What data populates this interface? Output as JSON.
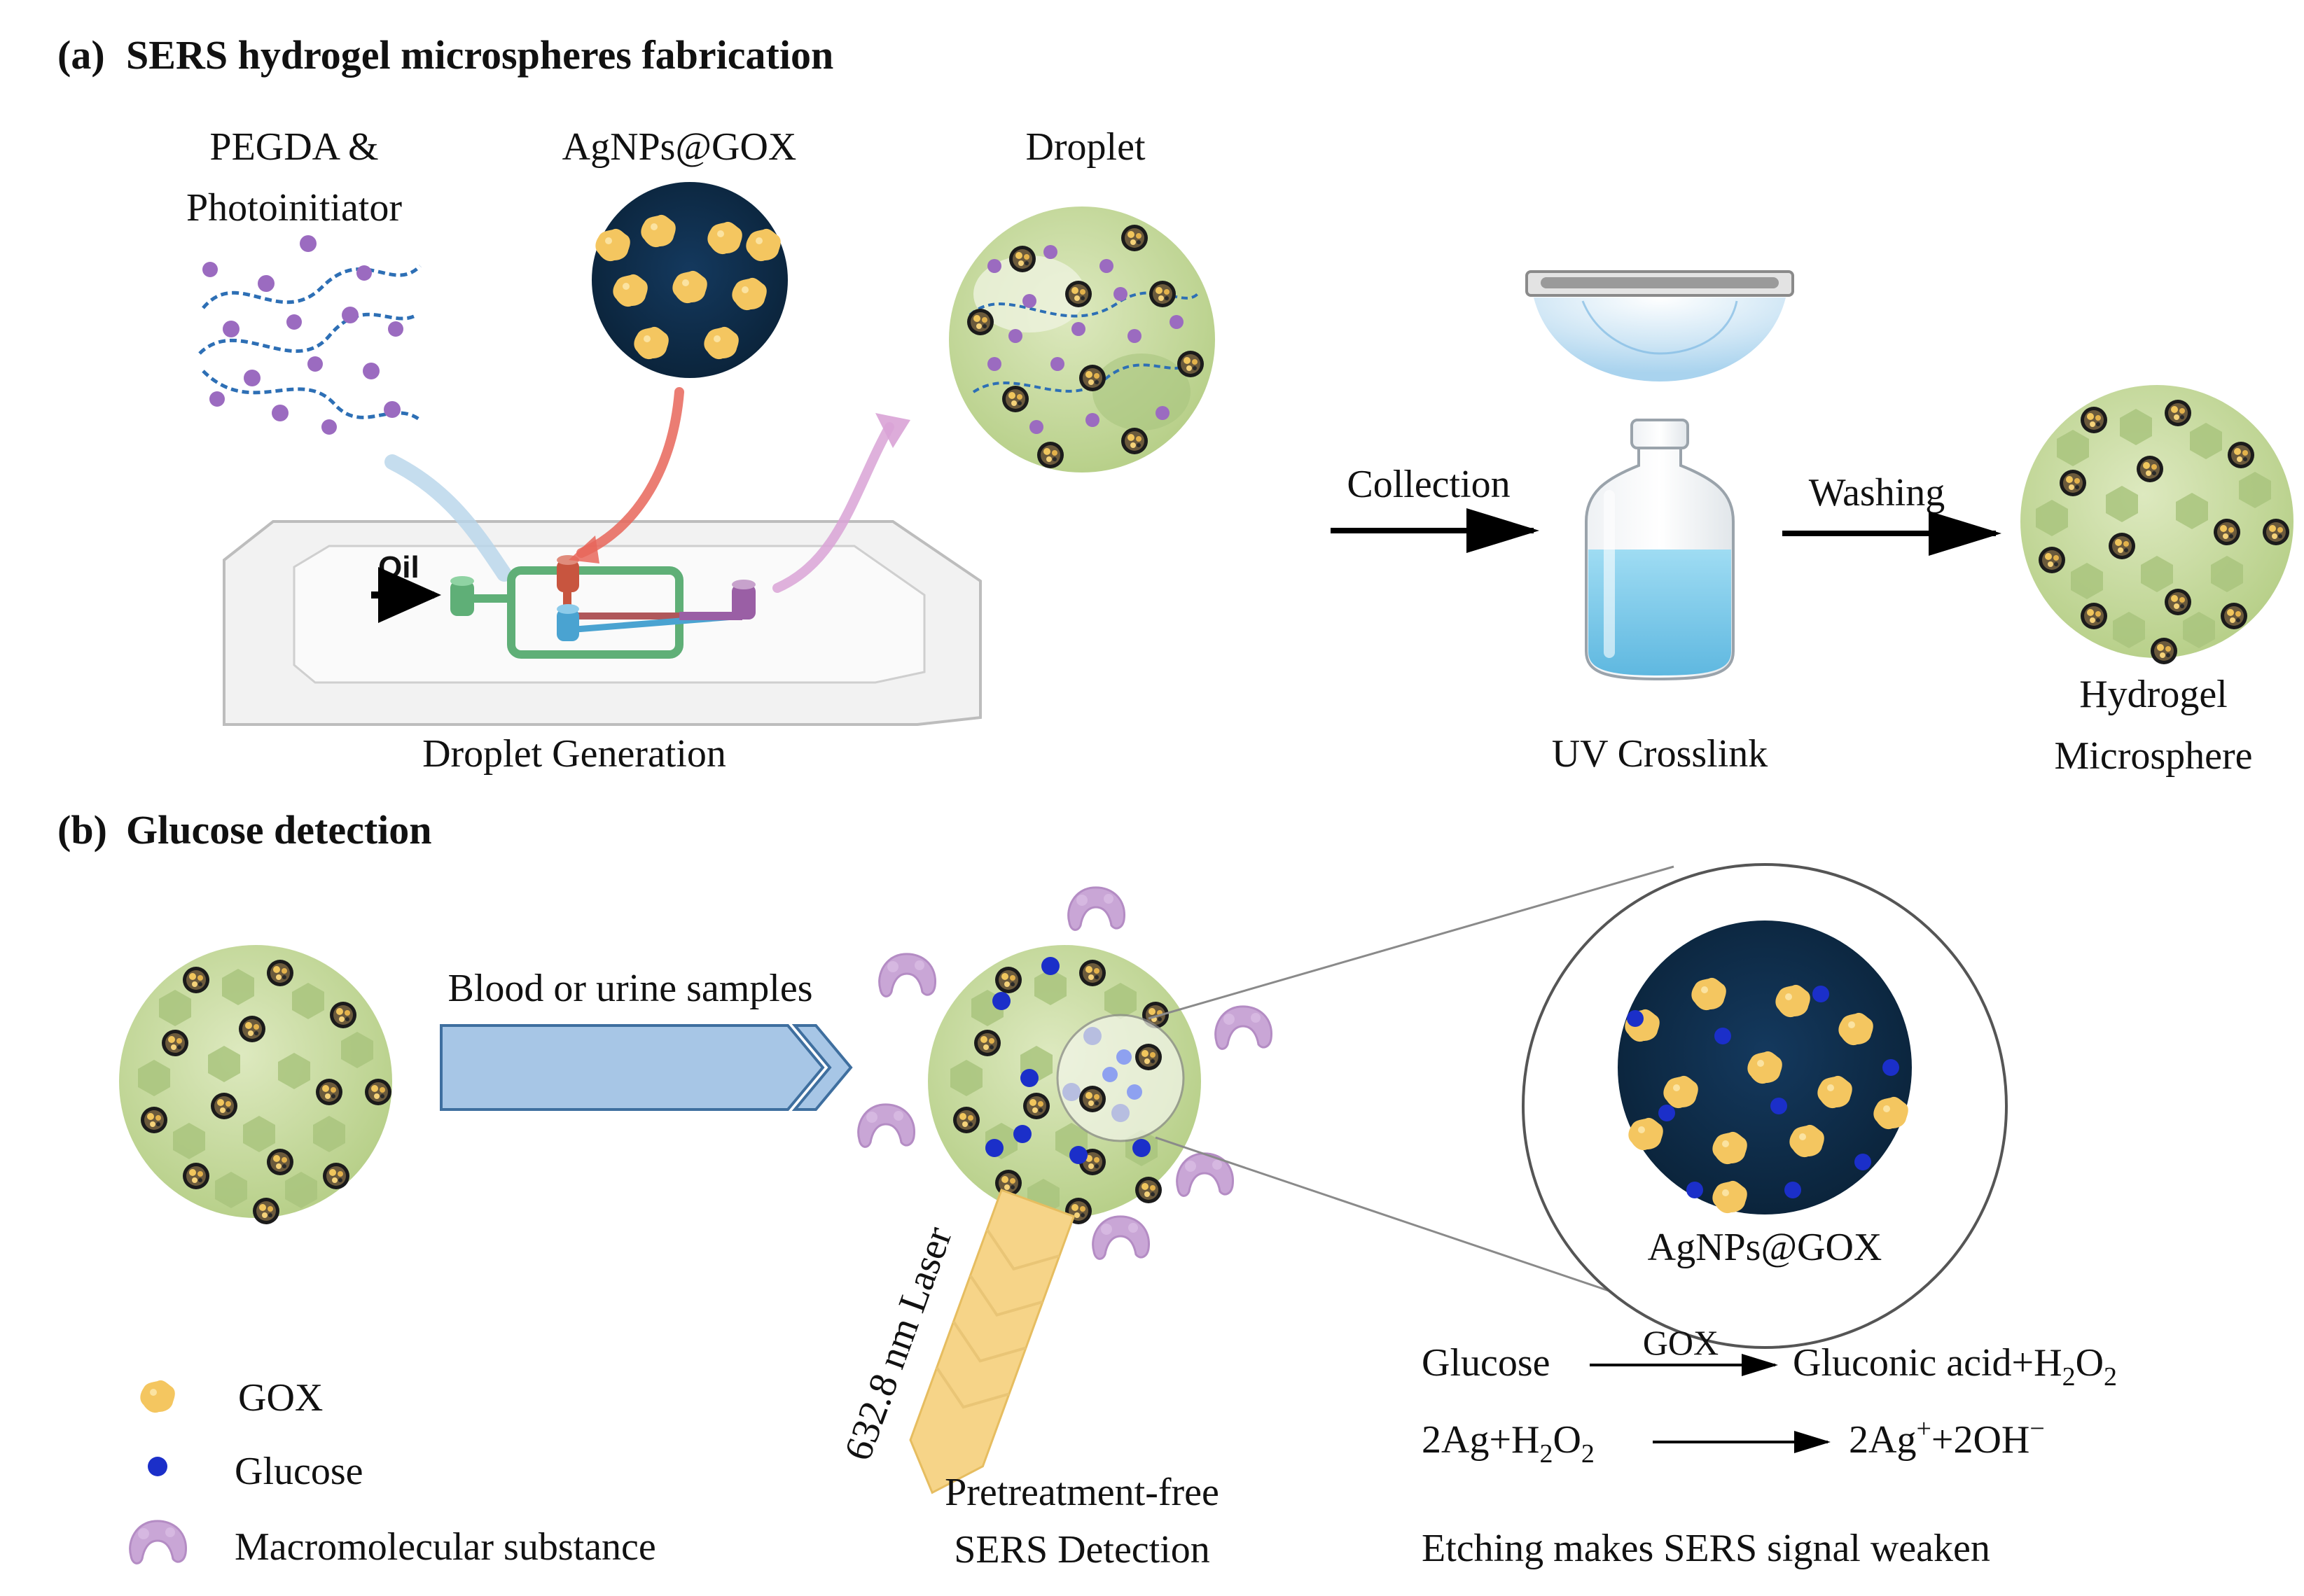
{
  "panel_a": {
    "letter": "(a)",
    "title": "SERS hydrogel microspheres fabrication",
    "pegda_line1": "PEGDA &",
    "pegda_line2": "Photoinitiator",
    "agnps_label": "AgNPs@GOX",
    "droplet_label": "Droplet",
    "oil_label": "Oil",
    "droplet_generation": "Droplet Generation",
    "collection": "Collection",
    "washing": "Washing",
    "uv_crosslink": "UV Crosslink",
    "hydrogel_line1": "Hydrogel",
    "hydrogel_line2": "Microsphere"
  },
  "panel_b": {
    "letter": "(b)",
    "title": "Glucose detection",
    "samples": "Blood or urine samples",
    "laser": "632.8 nm Laser",
    "zoom_label": "AgNPs@GOX",
    "detection_line1": "Pretreatment-free",
    "detection_line2": "SERS Detection",
    "reaction1": {
      "reactant": "Glucose",
      "catalyst": "GOX",
      "product_prefix": "Gluconic acid+H",
      "sub2a": "2",
      "product_mid": "O",
      "sub2b": "2"
    },
    "reaction2": {
      "reactant_prefix": "2Ag+H",
      "sub2a": "2",
      "reactant_mid": "O",
      "sub2b": "2",
      "product_prefix": "2Ag",
      "sup_plus": "+",
      "product_mid": "+2OH",
      "sup_minus": "−"
    },
    "etching_note": "Etching makes SERS signal weaken"
  },
  "legend": {
    "items": [
      {
        "icon": "gox-particle-icon",
        "label": "GOX"
      },
      {
        "icon": "glucose-dot-icon",
        "label": "Glucose"
      },
      {
        "icon": "macromolecule-icon",
        "label": "Macromolecular substance"
      }
    ]
  },
  "colors": {
    "hydrogel_green": "#c9dba0",
    "hydrogel_dark": "#a9c47e",
    "navy": "#0d2a48",
    "gox_yellow": "#f4c660",
    "glucose_blue": "#1b2fc9",
    "macro_purple": "#c9a6d6",
    "arrow_blue": "#a7c6e6",
    "laser_yellow": "#f6d488",
    "red_arrow": "#e8665b",
    "pink_arrow": "#d9a3d6",
    "channel_green": "#5faf77",
    "vial_blue": "#8fd1ee"
  }
}
